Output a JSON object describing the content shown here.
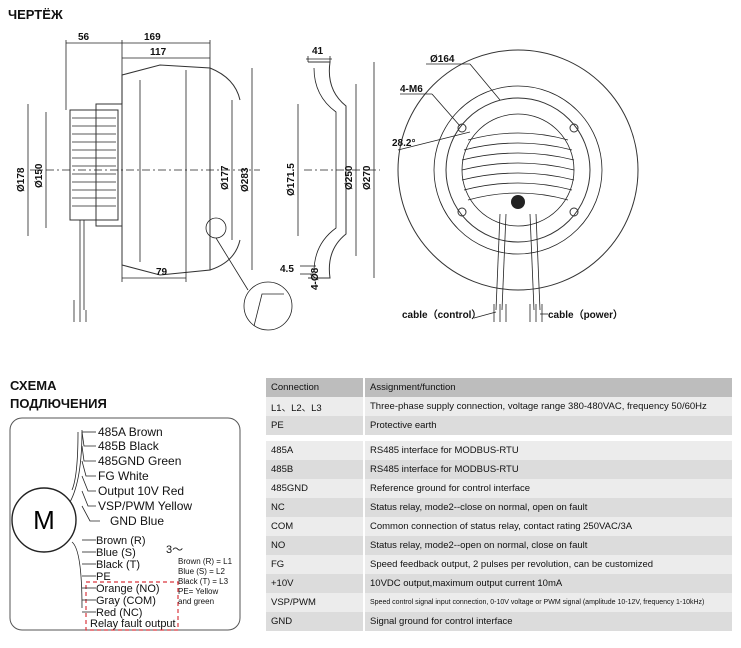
{
  "drawing": {
    "title": "ЧЕРТЁЖ",
    "dims": {
      "d56": "56",
      "d169": "169",
      "d117": "117",
      "d178": "Ø178",
      "d150": "Ø150",
      "d177": "Ø177",
      "d283": "Ø283",
      "d79": "79",
      "d41": "41",
      "d1715": "Ø171.5",
      "d250": "Ø250",
      "d270": "Ø270",
      "d45": "4.5",
      "d48": "4-Ø8",
      "d164": "Ø164",
      "m6": "4-M6",
      "a282": "28.2°"
    },
    "cable_control": "cable（control）",
    "cable_power": "cable（power）"
  },
  "wiring": {
    "title_line1": "СХЕМА",
    "title_line2": "ПОДЛЮЧЕНИЯ",
    "motor": "M",
    "control_wires": [
      "485A  Brown",
      "485B  Black",
      "485GND Green",
      "FG White",
      "Output 10V Red",
      "VSP/PWM Yellow",
      "GND Blue"
    ],
    "power_wires": [
      "Brown (R)",
      "Blue   (S)",
      "Black  (T)",
      "PE"
    ],
    "phase_mark": "3～",
    "power_legend": [
      "Brown (R) = L1",
      "Blue    (S) = L2",
      "Black   (T) = L3",
      "PE= Yellow",
      "and green"
    ],
    "relay_wires": [
      "Orange (NO)",
      "Gray   (COM)",
      "Red   (NC)"
    ],
    "relay_caption": "Relay fault output"
  },
  "table": {
    "headers": [
      "Connection",
      "Assignment/function"
    ],
    "group1": [
      [
        "L1、L2、L3",
        "Three-phase supply connection, voltage range 380-480VAC, frequency 50/60Hz"
      ],
      [
        "PE",
        "Protective earth"
      ]
    ],
    "group2": [
      [
        "485A",
        "RS485 interface for MODBUS-RTU"
      ],
      [
        "485B",
        "RS485 interface for MODBUS-RTU"
      ],
      [
        "485GND",
        "Reference ground for control interface"
      ],
      [
        "NC",
        "Status relay, mode2--close on normal, open on fault"
      ],
      [
        "COM",
        "Common connection of status relay, contact rating 250VAC/3A"
      ],
      [
        "NO",
        "Status relay, mode2--open on normal, close on fault"
      ],
      [
        "FG",
        "Speed feedback output, 2 pulses per revolution, can be customized"
      ],
      [
        "+10V",
        "10VDC output,maximum output current 10mA"
      ],
      [
        "VSP/PWM",
        "Speed control signal input connection, 0-10V voltage or PWM signal (amplitude 10-12V, frequency 1-10kHz)"
      ],
      [
        "GND",
        "Signal ground for control interface"
      ]
    ]
  }
}
